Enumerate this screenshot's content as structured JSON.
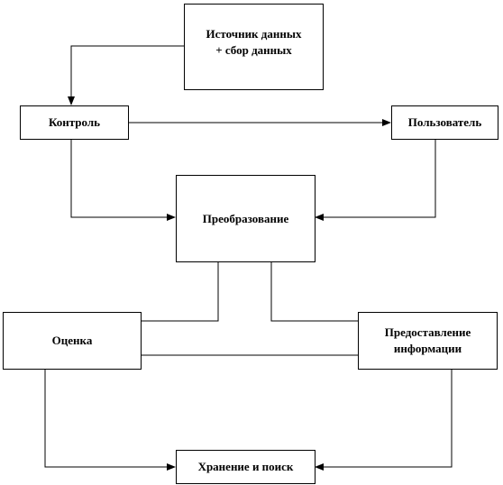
{
  "diagram": {
    "nodes": {
      "source": {
        "line1": "Источник данных",
        "line2": "+ сбор данных"
      },
      "control": {
        "label": "Контроль"
      },
      "user": {
        "label": "Пользователь"
      },
      "transform": {
        "label": "Преобразование"
      },
      "evaluation": {
        "label": "Оценка"
      },
      "provision": {
        "line1": "Предоставление",
        "line2": "информации"
      },
      "storage": {
        "label": "Хранение и поиск"
      }
    },
    "colors": {
      "stroke": "#000000",
      "background": "#ffffff",
      "text": "#000000"
    }
  }
}
